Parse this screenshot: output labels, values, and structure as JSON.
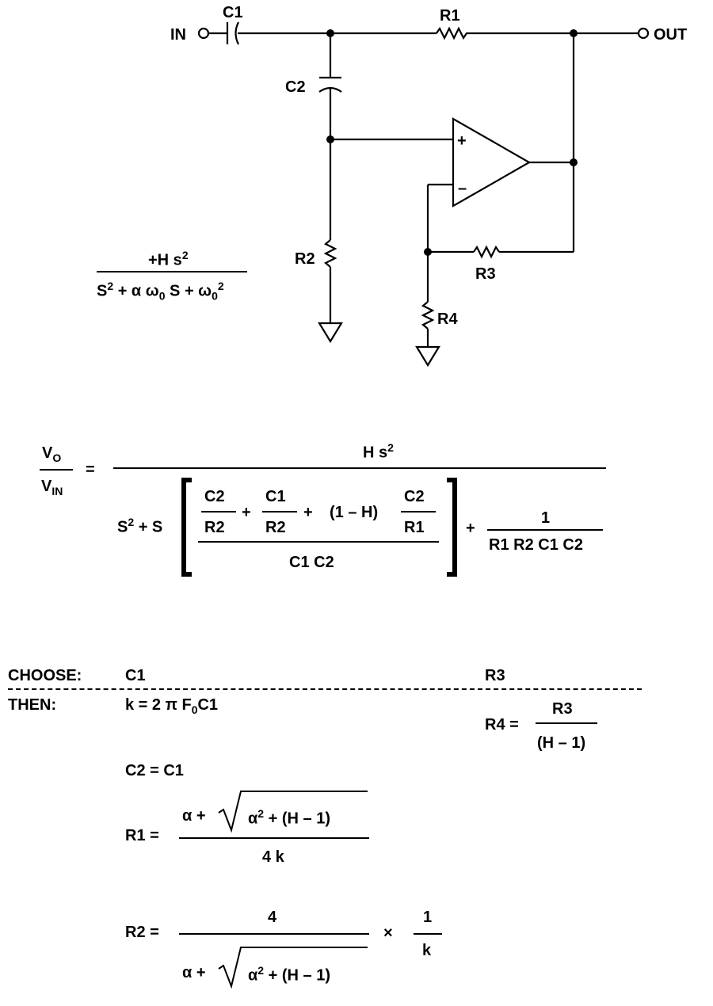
{
  "circuit": {
    "labels": {
      "in": "IN",
      "out": "OUT",
      "c1": "C1",
      "c2": "C2",
      "r1": "R1",
      "r2": "R2",
      "r3": "R3",
      "r4": "R4",
      "plus": "+",
      "minus": "–"
    },
    "tf_small": {
      "num": "+H s",
      "num_sup": "2",
      "den_a": "S",
      "den_a_sup": "2",
      "den_b": " + α ω",
      "den_b_sub": "0",
      "den_c": " S + ω",
      "den_c_sub": "0",
      "den_c_sup": "2"
    }
  },
  "eq1": {
    "vo": "V",
    "vo_sub": "O",
    "vin": "V",
    "vin_sub": "IN",
    "eq": "=",
    "num": "H s",
    "num_sup": "2",
    "s2": "S",
    "s2_sup": "2",
    "plus_s": " + S",
    "c2a": "C2",
    "r2a": "R2",
    "plus1": "+",
    "c1a": "C1",
    "r2b": "R2",
    "plus2": "+",
    "oneh": "(1 – H)",
    "c2b": "C2",
    "r1a": "R1",
    "c1c2": "C1 C2",
    "plus3": "+",
    "one": "1",
    "rrcc": "R1 R2 C1 C2"
  },
  "design": {
    "choose": "CHOOSE:",
    "then": "THEN:",
    "choose_c1": "C1",
    "choose_r3": "R3",
    "k_a": "k = 2 π F",
    "k_sub": "0",
    "k_b": "C1",
    "r4": "R4 =",
    "r4_num": "R3",
    "r4_den": "(H – 1)",
    "c2eq": "C2 = C1",
    "r1": "R1 =",
    "r1_alpha": "α +",
    "r1_rad_a": "α",
    "r1_rad_sup": "2",
    "r1_rad_b": " + (H – 1)",
    "r1_den": "4 k",
    "r2": "R2 =",
    "r2_num": "4",
    "r2_alpha": "α +",
    "r2_rad_a": "α",
    "r2_rad_sup": "2",
    "r2_rad_b": " + (H – 1)",
    "times": "×",
    "one": "1",
    "k": "k"
  }
}
